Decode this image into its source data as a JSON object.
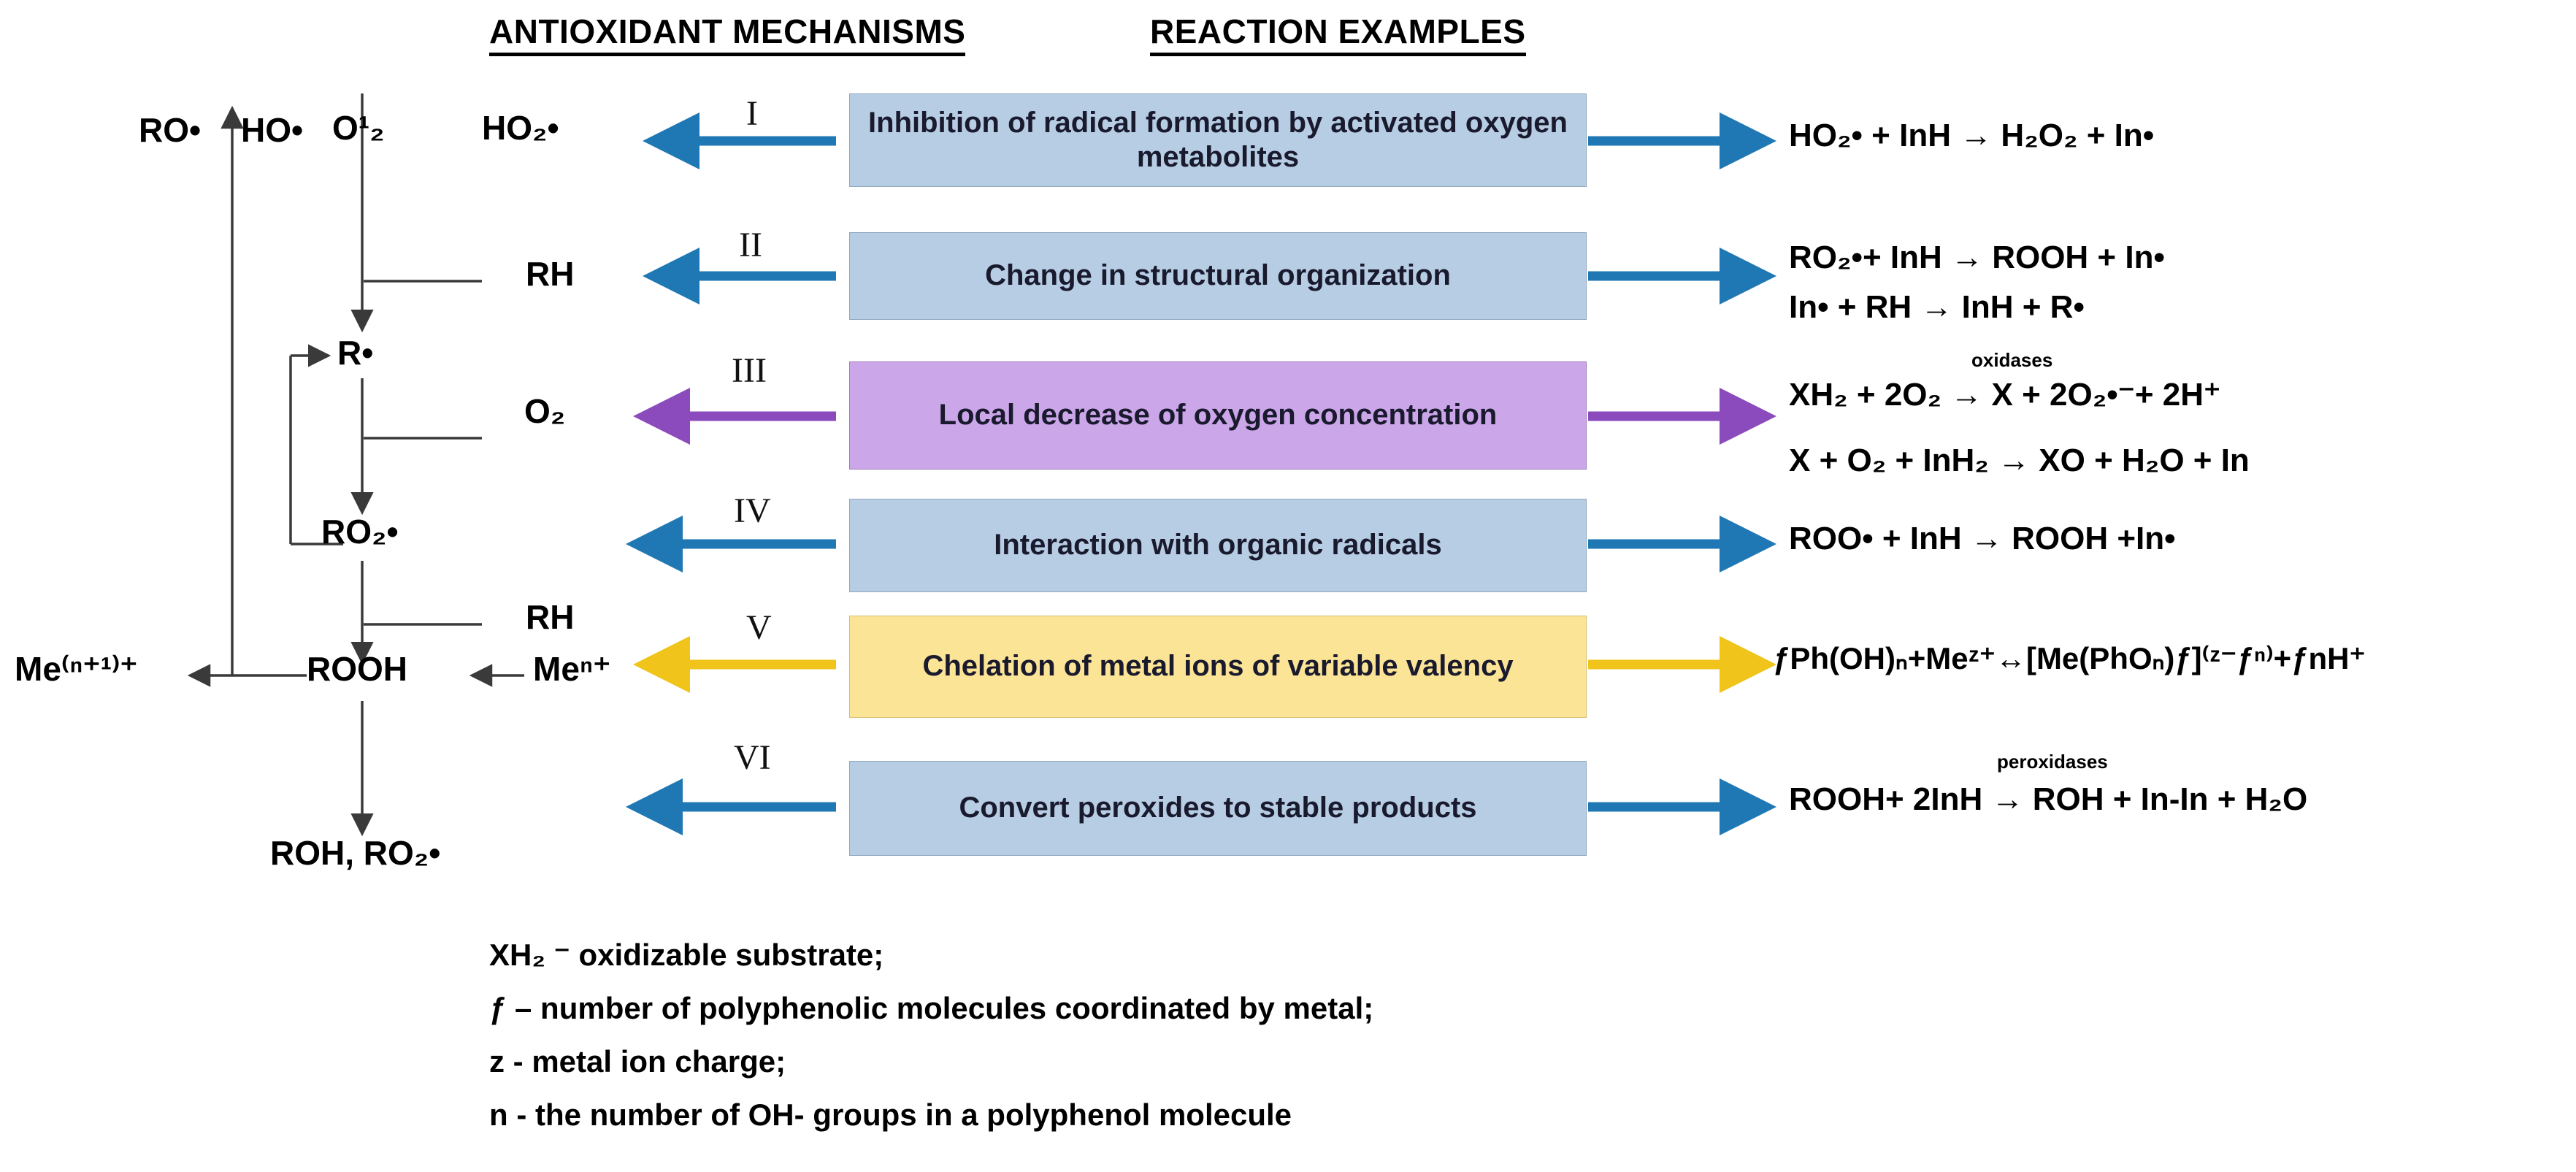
{
  "headers": {
    "left": "ANTIOXIDANT MECHANISMS",
    "right": "REACTION EXAMPLES"
  },
  "colors": {
    "blue_box": "#b7cde4",
    "purple_box": "#cba6e8",
    "yellow_box": "#fbe496",
    "blue_arrow": "#1f78b4",
    "purple_arrow": "#8c4bbd",
    "yellow_arrow": "#f0c41b",
    "black_line": "#3a3a3a"
  },
  "cascade": {
    "ro_radical": "RO•",
    "ho_radical": "HO•",
    "singlet_oxygen": "O¹₂",
    "ho2_radical": "HO₂•",
    "rh_upper": "RH",
    "r_radical": "R•",
    "o2": "O₂",
    "ro2_radical": "RO₂•",
    "rh_lower": "RH",
    "me_oxidized": "Me⁽ⁿ⁺¹⁾⁺",
    "rooh": "ROOH",
    "me_reduced": "Meⁿ⁺",
    "products": "ROH, RO₂•"
  },
  "rows": [
    {
      "numeral": "I",
      "color": "blue",
      "mechanism": "Inhibition of radical formation by activated oxygen metabolites",
      "left_species": "HO₂•",
      "enzyme": "",
      "reactions": [
        "HO₂• + InH → H₂O₂ + In•"
      ]
    },
    {
      "numeral": "II",
      "color": "blue",
      "mechanism": "Change in structural organization",
      "left_species": "RH",
      "enzyme": "",
      "reactions": [
        "RO₂•+ InH → ROOH + In•",
        "In• + RH → InH + R•"
      ]
    },
    {
      "numeral": "III",
      "color": "purple",
      "mechanism": "Local decrease of oxygen concentration",
      "left_species": "O₂",
      "enzyme": "oxidases",
      "reactions": [
        "XH₂ + 2O₂ → X + 2O₂•⁻+ 2H⁺",
        "X + O₂ + InH₂ → XO + H₂O + In"
      ]
    },
    {
      "numeral": "IV",
      "color": "blue",
      "mechanism": "Interaction with organic radicals",
      "left_species": "",
      "enzyme": "",
      "reactions": [
        "ROO• + InH → ROOH +In•"
      ]
    },
    {
      "numeral": "V",
      "color": "yellow",
      "mechanism": "Chelation of metal ions of variable valency",
      "left_species": "Meⁿ⁺",
      "enzyme": "",
      "reactions": [
        "ƒPh(OH)ₙ+Meᶻ⁺↔[Me(PhOₙ)ƒ]⁽ᶻ⁻ƒⁿ⁾+ƒnH⁺"
      ]
    },
    {
      "numeral": "VI",
      "color": "blue",
      "mechanism": "Convert peroxides to stable products",
      "left_species": "",
      "enzyme": "peroxidases",
      "reactions": [
        "ROOH+ 2InH → ROH + In-In + H₂O"
      ]
    }
  ],
  "legend": [
    "XH₂ ⁻ oxidizable substrate;",
    "ƒ – number of polyphenolic molecules coordinated by metal;",
    "z - metal ion charge;",
    "n - the number of OH- groups in a polyphenol molecule"
  ]
}
